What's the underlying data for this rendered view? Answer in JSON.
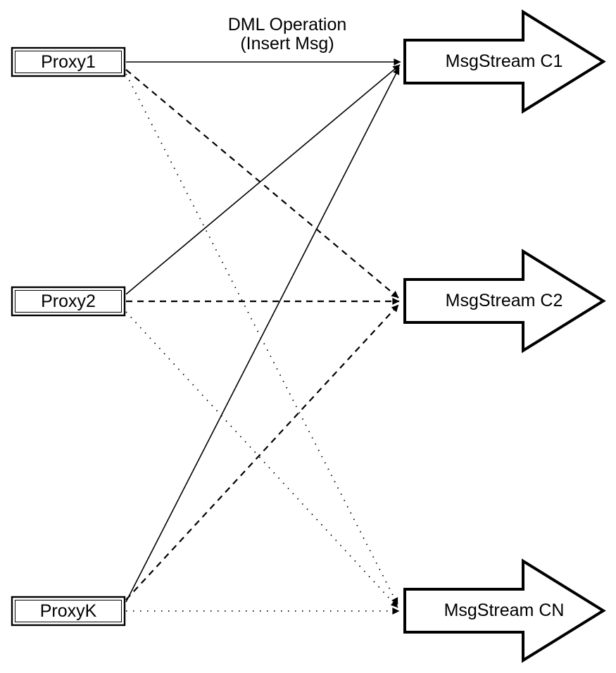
{
  "diagram": {
    "annotation": {
      "line1": "DML Operation",
      "line2": "(Insert Msg)"
    },
    "proxies": [
      {
        "id": "p1",
        "label": "Proxy1"
      },
      {
        "id": "p2",
        "label": "Proxy2"
      },
      {
        "id": "pk",
        "label": "ProxyK"
      }
    ],
    "streams": [
      {
        "id": "c1",
        "label": "MsgStream C1"
      },
      {
        "id": "c2",
        "label": "MsgStream C2"
      },
      {
        "id": "cn",
        "label": "MsgStream CN"
      }
    ],
    "edges": [
      {
        "from": "p1",
        "to": "c1",
        "style": "solid"
      },
      {
        "from": "p2",
        "to": "c1",
        "style": "solid"
      },
      {
        "from": "pk",
        "to": "c1",
        "style": "solid"
      },
      {
        "from": "p1",
        "to": "c2",
        "style": "dashed"
      },
      {
        "from": "p2",
        "to": "c2",
        "style": "dashed"
      },
      {
        "from": "pk",
        "to": "c2",
        "style": "dashed"
      },
      {
        "from": "p1",
        "to": "cn",
        "style": "dotted"
      },
      {
        "from": "p2",
        "to": "cn",
        "style": "dotted"
      },
      {
        "from": "pk",
        "to": "cn",
        "style": "dotted"
      }
    ],
    "colors": {
      "stroke": "#000000",
      "fill": "#ffffff",
      "background": "#ffffff"
    }
  }
}
